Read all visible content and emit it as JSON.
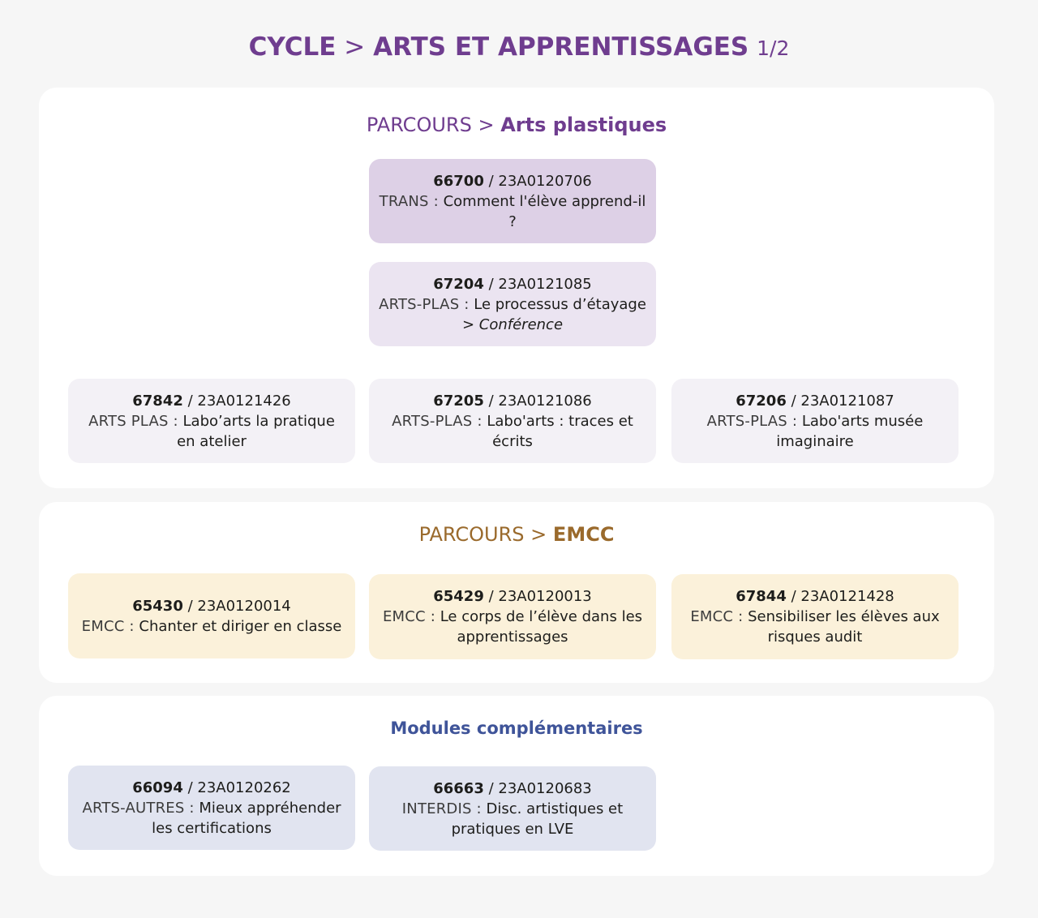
{
  "title": {
    "cycle": "CYCLE",
    "separator": ">",
    "name": "ARTS ET APPRENTISSAGES",
    "page": "1/2"
  },
  "sections": {
    "arts": {
      "prefix": "PARCOURS",
      "separator": ">",
      "name": "Arts plastiques",
      "modules": [
        {
          "code": "66700",
          "ref": "23A0120706",
          "category": "TRANS :",
          "description": "Comment l'élève apprend-il ?"
        },
        {
          "code": "67204",
          "ref": "23A0121085",
          "category": "ARTS-PLAS :",
          "description": "Le processus d’étayage",
          "note": "> Conférence"
        },
        {
          "code": "67842",
          "ref": "23A0121426",
          "category": "ARTS PLAS :",
          "description": "Labo’arts la pratique en atelier"
        },
        {
          "code": "67205",
          "ref": "23A0121086",
          "category": "ARTS-PLAS :",
          "description": "Labo'arts : traces et écrits"
        },
        {
          "code": "67206",
          "ref": "23A0121087",
          "category": "ARTS-PLAS :",
          "description": "Labo'arts musée imaginaire"
        }
      ]
    },
    "emcc": {
      "prefix": "PARCOURS",
      "separator": ">",
      "name": "EMCC",
      "modules": [
        {
          "code": "65430",
          "ref": "23A0120014",
          "category": "EMCC :",
          "description": "Chanter et diriger en classe"
        },
        {
          "code": "65429",
          "ref": "23A0120013",
          "category": "EMCC :",
          "description": "Le corps de l’élève dans les apprentissages"
        },
        {
          "code": "67844",
          "ref": "23A0121428",
          "category": "EMCC :",
          "description": "Sensibiliser les élèves aux risques audit"
        }
      ]
    },
    "complementary": {
      "name": "Modules complémentaires",
      "modules": [
        {
          "code": "66094",
          "ref": "23A0120262",
          "category": "ARTS-AUTRES :",
          "description": "Mieux appréhender les certifications"
        },
        {
          "code": "66663",
          "ref": "23A0120683",
          "category": "INTERDIS :",
          "description": "Disc. artistiques et pratiques en LVE"
        }
      ]
    }
  },
  "colors": {
    "title": "#6f3d8f",
    "connector": "#7a4f96",
    "emcc_title": "#9a6a2c",
    "modules_title": "#3f5499"
  }
}
